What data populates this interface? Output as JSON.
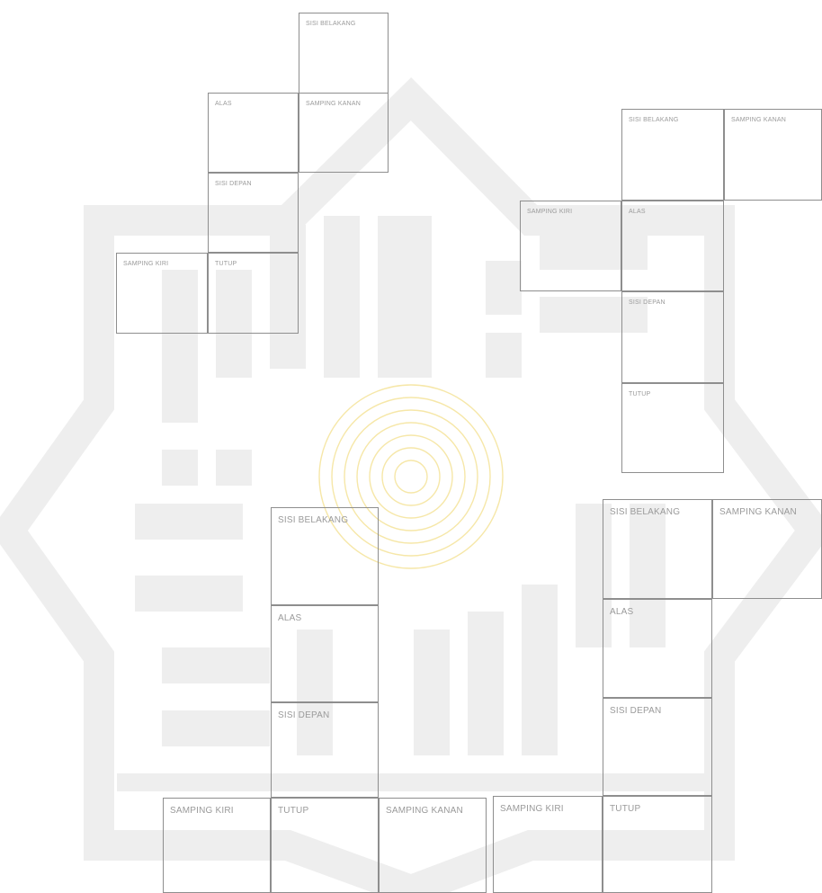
{
  "watermark": {
    "shape_color": "#eeeeee",
    "emblem_color": "#f6e7a8",
    "description_icon": "institution-logo-watermark"
  },
  "nets": [
    {
      "id": "net-1",
      "faces": [
        {
          "key": "sisi-belakang",
          "label": "SISI BELAKANG"
        },
        {
          "key": "alas",
          "label": "ALAS"
        },
        {
          "key": "samping-kanan",
          "label": "SAMPING KANAN"
        },
        {
          "key": "sisi-depan",
          "label": "SISI DEPAN"
        },
        {
          "key": "samping-kiri",
          "label": "SAMPING KIRI"
        },
        {
          "key": "tutup",
          "label": "TUTUP"
        }
      ]
    },
    {
      "id": "net-2",
      "faces": [
        {
          "key": "sisi-belakang",
          "label": "SISI BELAKANG"
        },
        {
          "key": "samping-kanan",
          "label": "SAMPING KANAN"
        },
        {
          "key": "samping-kiri",
          "label": "SAMPING KIRI"
        },
        {
          "key": "alas",
          "label": "ALAS"
        },
        {
          "key": "sisi-depan",
          "label": "SISI DEPAN"
        },
        {
          "key": "tutup",
          "label": "TUTUP"
        }
      ]
    },
    {
      "id": "net-3",
      "faces": [
        {
          "key": "sisi-belakang",
          "label": "SISI BELAKANG"
        },
        {
          "key": "alas",
          "label": "ALAS"
        },
        {
          "key": "sisi-depan",
          "label": "SISI DEPAN"
        },
        {
          "key": "samping-kiri",
          "label": "SAMPING KIRI"
        },
        {
          "key": "tutup",
          "label": "TUTUP"
        },
        {
          "key": "samping-kanan",
          "label": "SAMPING KANAN"
        }
      ]
    },
    {
      "id": "net-4",
      "faces": [
        {
          "key": "sisi-belakang",
          "label": "SISI BELAKANG"
        },
        {
          "key": "samping-kanan",
          "label": "SAMPING KANAN"
        },
        {
          "key": "alas",
          "label": "ALAS"
        },
        {
          "key": "sisi-depan",
          "label": "SISI DEPAN"
        },
        {
          "key": "samping-kiri",
          "label": "SAMPING KIRI"
        },
        {
          "key": "tutup",
          "label": "TUTUP"
        }
      ]
    }
  ]
}
